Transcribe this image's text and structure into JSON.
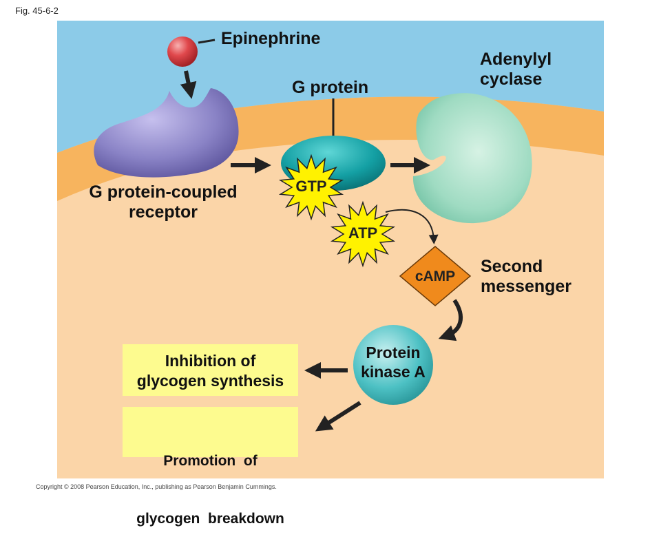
{
  "figure": {
    "label": "Fig. 45-6-2"
  },
  "labels": {
    "epinephrine": "Epinephrine",
    "adenylyl_cyclase": [
      "Adenylyl",
      "cyclase"
    ],
    "g_protein": "G protein",
    "gpcr": [
      "G protein-coupled",
      "receptor"
    ],
    "gtp": "GTP",
    "atp": "ATP",
    "camp": "cAMP",
    "second_messenger": [
      "Second",
      "messenger"
    ],
    "protein_kinase_a": [
      "Protein",
      "kinase A"
    ]
  },
  "outcomes": {
    "inhibition": [
      "Inhibition of",
      "glycogen synthesis"
    ],
    "promotion": [
      "Promotion  of",
      "glycogen  breakdown"
    ]
  },
  "copyright": "Copyright © 2008 Pearson Education, Inc., publishing as Pearson Benjamin Cummings.",
  "colors": {
    "extracellular": "#8ccbe8",
    "membrane": "#f7b45e",
    "cytoplasm": "#fbd5a8",
    "receptor": "#8a83c6",
    "g_protein": "#16a2a6",
    "adenylyl_cyclase": "#9fdbc2",
    "starburst": "#fff200",
    "camp": "#f08a1c",
    "pka": "#4dc1c4",
    "outcome_box": "#fdfb8f",
    "ligand": "#e0484c"
  }
}
